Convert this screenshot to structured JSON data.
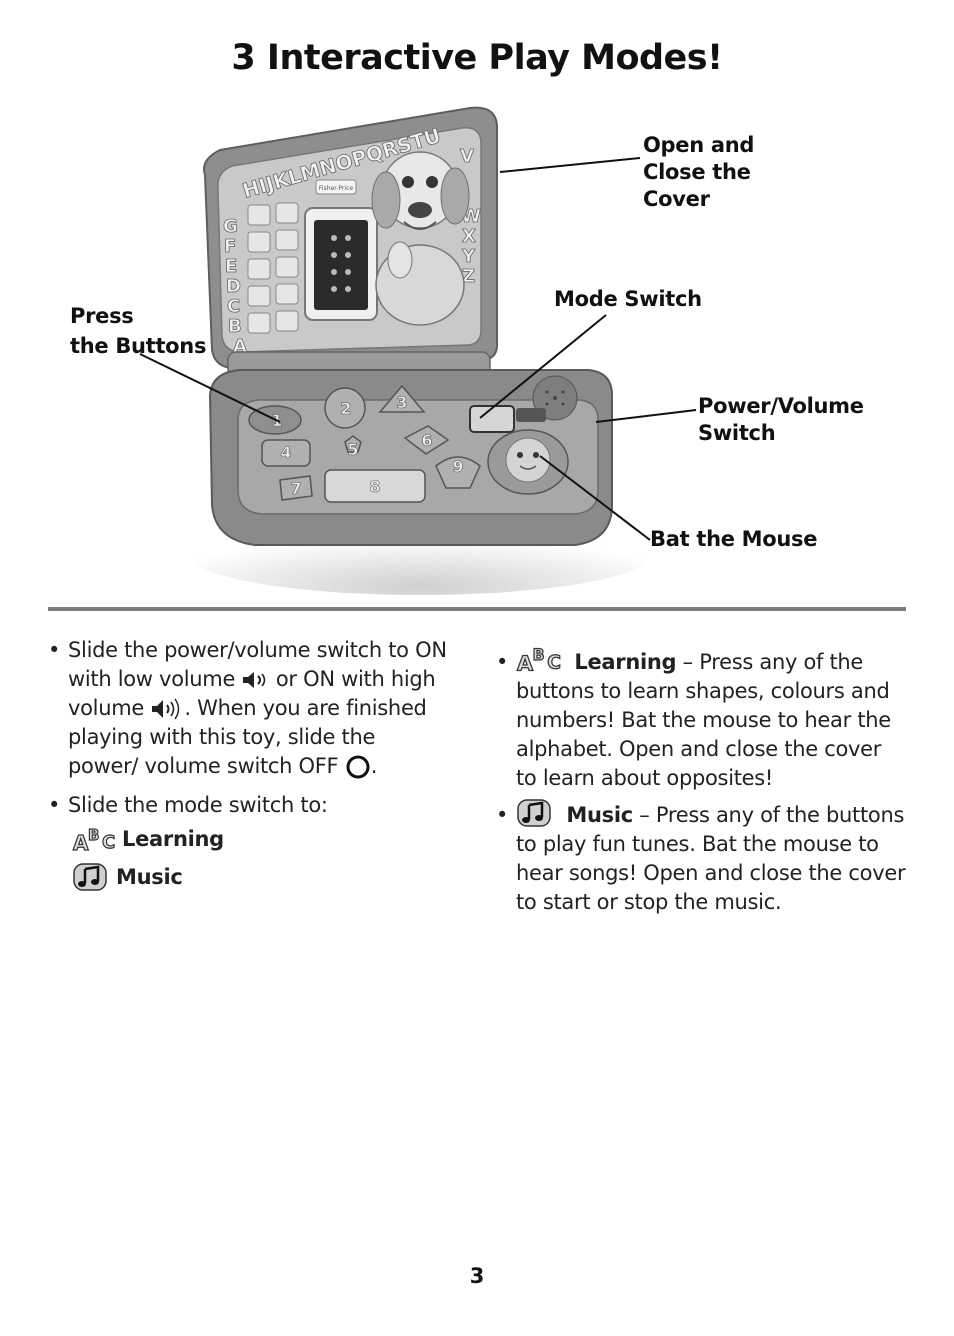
{
  "title": "3 Interactive Play Modes!",
  "callouts": {
    "open_close": [
      "Open and",
      "Close the",
      "Cover"
    ],
    "mode_switch": "Mode Switch",
    "press_buttons": [
      "Press",
      "the Buttons"
    ],
    "power_volume": [
      "Power/Volume",
      "Switch"
    ],
    "bat_mouse": "Bat the Mouse"
  },
  "toy": {
    "brand": "Fisher-Price",
    "screen_letters_top": "HIJKLMNOPQRSTU",
    "screen_letters_left": "ABCDEFG",
    "screen_letters_right": "VWXYZ",
    "keys": [
      "1",
      "2",
      "3",
      "4",
      "5",
      "6",
      "7",
      "8",
      "9"
    ]
  },
  "left_column": {
    "bullet1": {
      "part1": "Slide the power/volume switch to ON with low volume",
      "part2": "or ON with high volume",
      "part3": ". When you are finished playing with this toy, slide the power/ volume switch OFF",
      "part4": "."
    },
    "bullet2": {
      "text": "Slide the mode switch to:",
      "learning": "Learning",
      "music": "Music"
    }
  },
  "right_column": {
    "learning": {
      "label": "Learning",
      "text": " – Press any of the buttons to learn shapes, colours and numbers! Bat the mouse to hear the alphabet. Open and close the cover to learn about opposites!"
    },
    "music": {
      "label": "Music",
      "text": " – Press any of the buttons to play fun tunes. Bat the mouse to hear songs! Open and close the cover to start or stop the music."
    }
  },
  "page_number": "3",
  "icons": {
    "bullet": "•",
    "low_volume": "speaker-low-icon",
    "high_volume": "speaker-high-icon",
    "off": "off-circle-icon",
    "learning": "abc-blocks-icon",
    "music": "music-note-icon"
  }
}
